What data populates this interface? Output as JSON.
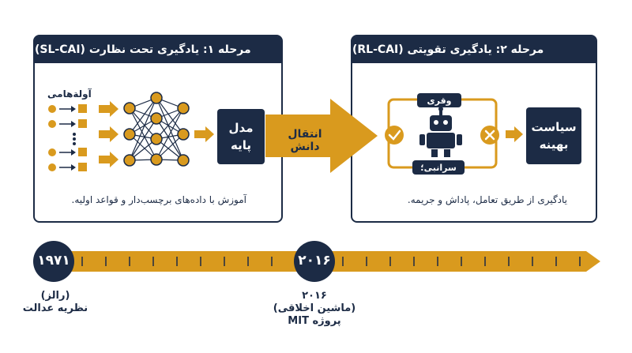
{
  "colors": {
    "navy": "#1c2b45",
    "gold": "#d99a1e",
    "white": "#ffffff"
  },
  "stage1": {
    "title": "مرحله ۱: یادگیری تحت نظارت (SL-CAI)",
    "inputs_label": "آولةهامی",
    "model_label_1": "مدل",
    "model_label_2": "پایه",
    "caption": "آموزش با داده‌های برچسب‌دار و قواعد اولیه."
  },
  "transfer": {
    "label": "انتقال دانش"
  },
  "stage2": {
    "title": "مرحله ۲: یادگیری تقویتی (RL-CAI)",
    "reward_label": "وقری",
    "penalty_label": "سرانبی؛",
    "policy_label_1": "سیاست",
    "policy_label_2": "بهینه",
    "caption": "یادگیری از طریق تعامل، پاداش و جریمه."
  },
  "timeline": {
    "start_year": "۱۹۷۱",
    "mid_year": "۲۰۱۶",
    "start_caption_1": "(رالز)",
    "start_caption_2": "نظریه عدالت",
    "mid_caption_1": "۲۰۱۶",
    "mid_caption_2": "(ماشین اخلاقی)",
    "mid_caption_3": "پروژه MIT"
  },
  "icons": [
    "neural-network-icon",
    "robot-icon",
    "check-icon",
    "x-icon",
    "input-dot-icon",
    "input-square-icon"
  ]
}
